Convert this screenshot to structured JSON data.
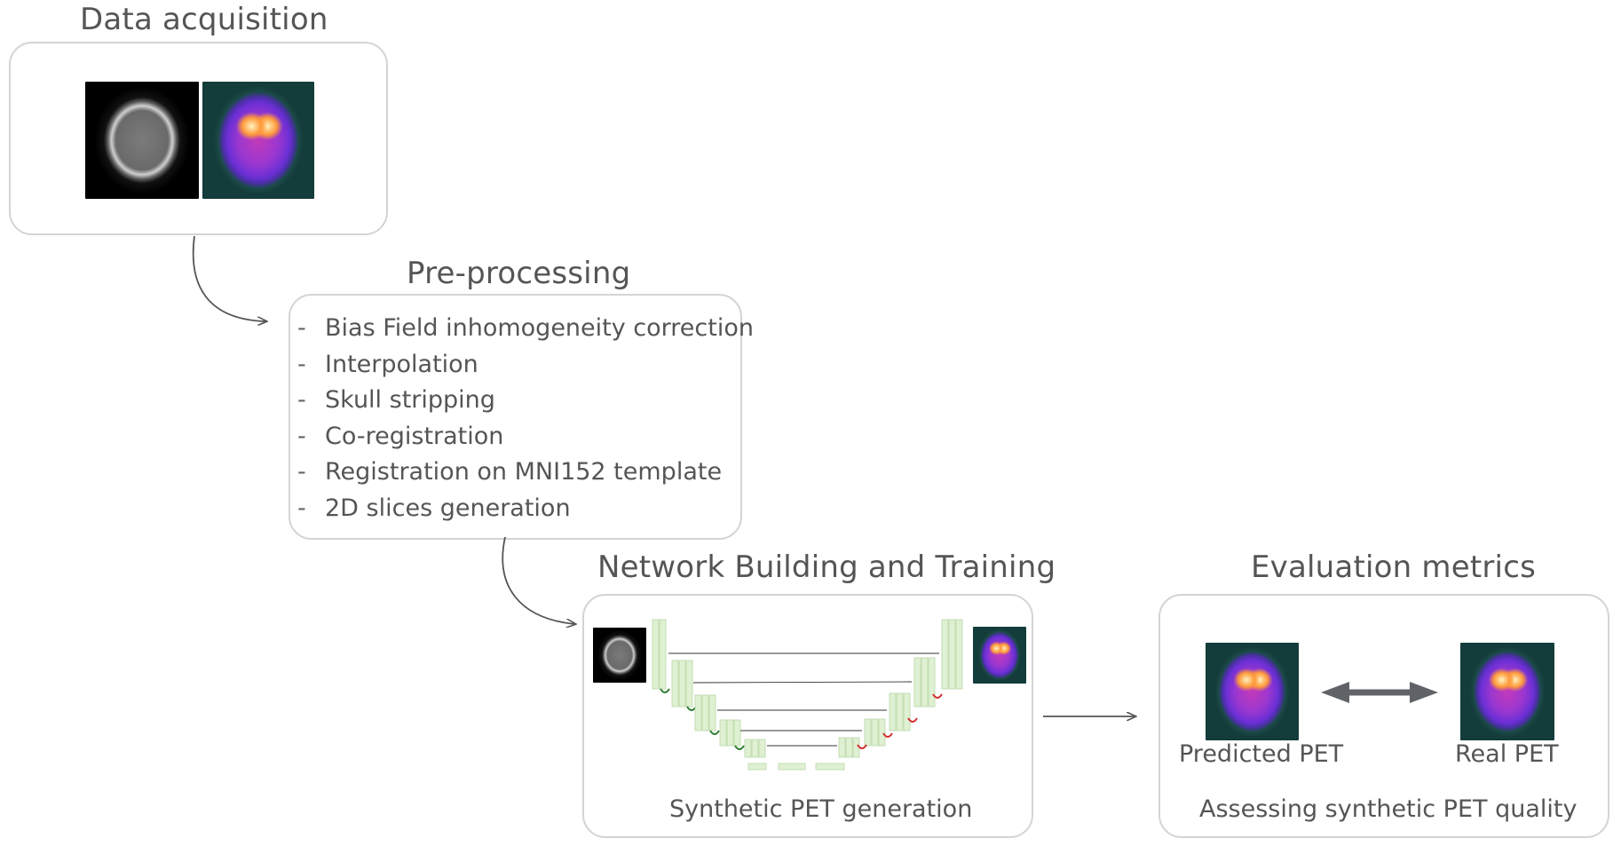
{
  "stages": {
    "data_acquisition": {
      "title": "Data acquisition"
    },
    "preprocessing": {
      "title": "Pre-processing",
      "steps": [
        "Bias Field inhomogeneity correction",
        "Interpolation",
        "Skull stripping",
        "Co-registration",
        "Registration on MNI152 template",
        "2D slices generation"
      ],
      "bullet": "-"
    },
    "network": {
      "title": "Network Building and Training",
      "caption": "Synthetic PET generation"
    },
    "evaluation": {
      "title": "Evaluation metrics",
      "predicted_label": "Predicted PET",
      "real_label": "Real PET",
      "caption": "Assessing synthetic PET quality"
    }
  },
  "colors": {
    "box_border": "#d4d4d4",
    "arrow": "#555555",
    "unet_block": "#dff0d3",
    "unet_block_border": "#b8d8a6",
    "skip_line": "#333333",
    "downsample": "#2e7d32",
    "upsample": "#d32f2f",
    "double_arrow": "#5f6266"
  }
}
